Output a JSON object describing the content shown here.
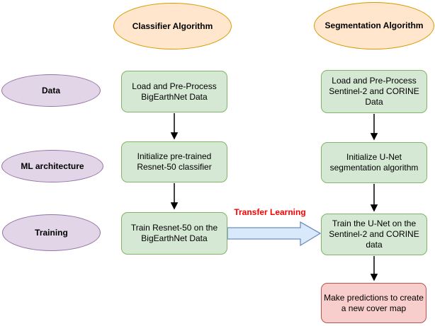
{
  "flowchart": {
    "row_labels": [
      {
        "label": "Data"
      },
      {
        "label": "ML architecture"
      },
      {
        "label": "Training"
      }
    ],
    "classifier": {
      "header": "Classifier Algorithm",
      "steps": [
        {
          "lines": [
            "Load and Pre-Process",
            "BigEarthNet Data"
          ]
        },
        {
          "lines": [
            "Initialize pre-trained",
            "Resnet-50 classifier"
          ]
        },
        {
          "lines": [
            "Train Resnet-50 on the",
            "BigEarthNet Data"
          ]
        }
      ]
    },
    "segmentation": {
      "header": "Segmentation Algorithm",
      "steps": [
        {
          "lines": [
            "Load and Pre-Process",
            "Sentinel-2 and CORINE",
            "Data"
          ]
        },
        {
          "lines": [
            "Initialize U-Net",
            "segmentation algorithm"
          ]
        },
        {
          "lines": [
            "Train the U-Net on the",
            "Sentinel-2 and CORINE",
            "data"
          ]
        },
        {
          "lines": [
            "Make predictions to create",
            "a new cover map"
          ]
        }
      ]
    },
    "transfer_learning_label": "Transfer Learning",
    "colors": {
      "header_fill": "#ffe6cc",
      "header_stroke": "#d79b00",
      "row_label_fill": "#e1d5e7",
      "row_label_stroke": "#9673a6",
      "step_fill": "#d5e8d4",
      "step_stroke": "#82b366",
      "output_fill": "#f8cecc",
      "output_stroke": "#b85450",
      "transfer_arrow_fill": "#dae8fc",
      "transfer_arrow_stroke": "#6c8ebf",
      "transfer_text_color": "#ff0000",
      "connector_color": "#000000"
    }
  }
}
